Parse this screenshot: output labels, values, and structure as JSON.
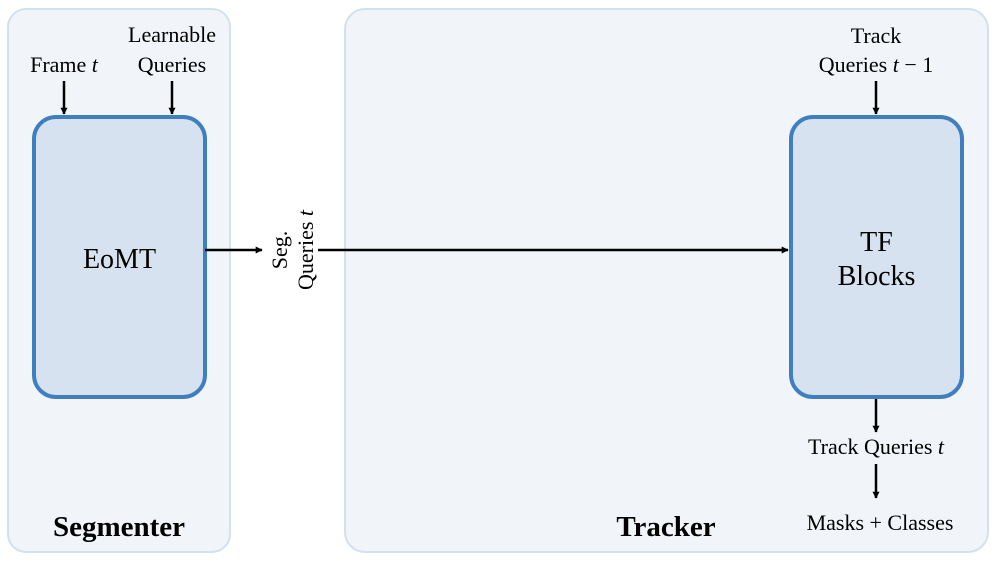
{
  "segmenter": {
    "title": "Segmenter",
    "inputs": {
      "frame_text": "Frame ",
      "frame_var": "t",
      "queries_line1": "Learnable",
      "queries_line2": "Queries"
    },
    "block_label": "EoMT"
  },
  "connector": {
    "line1": "Seg.",
    "line2_text": "Queries ",
    "line2_var": "t"
  },
  "tracker": {
    "title": "Tracker",
    "input": {
      "line1": "Track",
      "line2_text": "Queries ",
      "line2_var": "t",
      "line2_suffix": " − 1"
    },
    "block_line1": "TF",
    "block_line2": "Blocks",
    "output": {
      "text": "Track Queries ",
      "var": "t"
    },
    "final_output": "Masks + Classes"
  },
  "colors": {
    "panel_fill": "#f1f5fa",
    "panel_stroke": "#d3e0ee",
    "block_fill": "#d6e2f0",
    "block_stroke": "#3f7fc0",
    "arrow": "#000000"
  }
}
